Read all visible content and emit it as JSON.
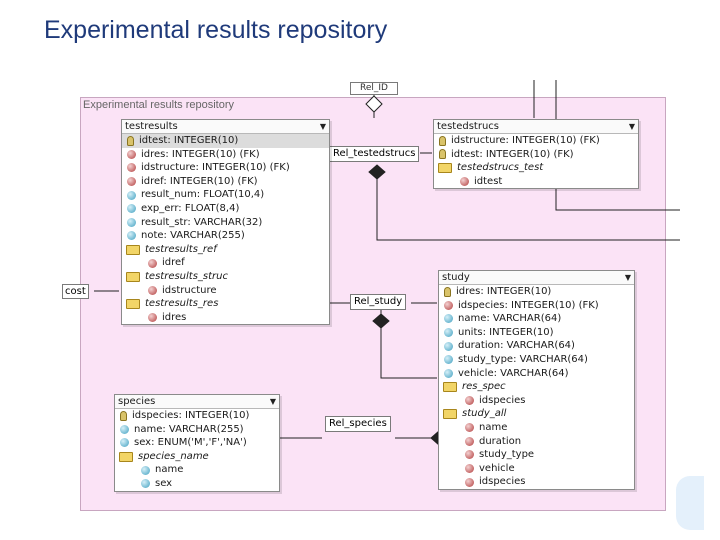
{
  "slide": {
    "title": "Experimental results repository"
  },
  "diagram": {
    "canvas_label": "Experimental results repository",
    "colors": {
      "canvas": "#fbe3f6",
      "title": "#1f3a7a",
      "folder": "#f2d567"
    },
    "relationships": {
      "top": "Rel_ID",
      "tested": "Rel_testedstrucs",
      "study": "Rel_study",
      "species": "Rel_species"
    },
    "edge_label": "cost",
    "tables": {
      "testresults": {
        "name": "testresults",
        "columns": [
          {
            "icon": "key-icon",
            "text": "idtest: INTEGER(10)"
          },
          {
            "icon": "foreign-key-icon",
            "text": "idres: INTEGER(10) (FK)"
          },
          {
            "icon": "foreign-key-icon",
            "text": "idstructure: INTEGER(10) (FK)"
          },
          {
            "icon": "foreign-key-icon",
            "text": "idref: INTEGER(10) (FK)"
          },
          {
            "icon": "column-icon",
            "text": "result_num: FLOAT(10,4)"
          },
          {
            "icon": "column-icon",
            "text": "exp_err: FLOAT(8,4)"
          },
          {
            "icon": "column-icon",
            "text": "result_str: VARCHAR(32)"
          },
          {
            "icon": "column-icon",
            "text": "note: VARCHAR(255)"
          }
        ],
        "indexes": [
          {
            "name": "testresults_ref",
            "columns": [
              "idref"
            ]
          },
          {
            "name": "testresults_struc",
            "columns": [
              "idstructure"
            ]
          },
          {
            "name": "testresults_res",
            "columns": [
              "idres"
            ]
          }
        ]
      },
      "testedstrucs": {
        "name": "testedstrucs",
        "columns": [
          {
            "icon": "key-icon",
            "text": "idstructure: INTEGER(10) (FK)"
          },
          {
            "icon": "key-icon",
            "text": "idtest: INTEGER(10) (FK)"
          }
        ],
        "indexes": [
          {
            "name": "testedstrucs_test",
            "columns": [
              "idtest"
            ]
          }
        ]
      },
      "study": {
        "name": "study",
        "columns": [
          {
            "icon": "key-icon",
            "text": "idres: INTEGER(10)"
          },
          {
            "icon": "foreign-key-icon",
            "text": "idspecies: INTEGER(10) (FK)"
          },
          {
            "icon": "column-icon",
            "text": "name: VARCHAR(64)"
          },
          {
            "icon": "column-icon",
            "text": "units: INTEGER(10)"
          },
          {
            "icon": "column-icon",
            "text": "duration: VARCHAR(64)"
          },
          {
            "icon": "column-icon",
            "text": "study_type: VARCHAR(64)"
          },
          {
            "icon": "column-icon",
            "text": "vehicle: VARCHAR(64)"
          }
        ],
        "indexes": [
          {
            "name": "res_spec",
            "columns": [
              "idspecies"
            ]
          },
          {
            "name": "study_all",
            "columns": [
              "name",
              "duration",
              "study_type",
              "vehicle",
              "idspecies"
            ]
          }
        ]
      },
      "species": {
        "name": "species",
        "columns": [
          {
            "icon": "key-icon",
            "text": "idspecies: INTEGER(10)"
          },
          {
            "icon": "column-icon",
            "text": "name: VARCHAR(255)"
          },
          {
            "icon": "column-icon",
            "text": "sex: ENUM('M','F','NA')"
          }
        ],
        "indexes": [
          {
            "name": "species_name",
            "columns": [
              "name",
              "sex"
            ]
          }
        ]
      }
    }
  }
}
